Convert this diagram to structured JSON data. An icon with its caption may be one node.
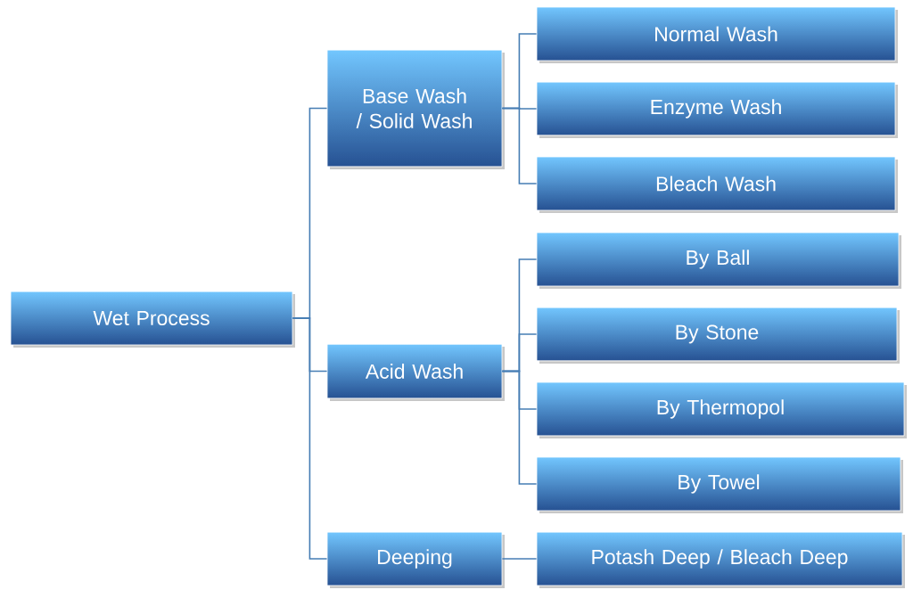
{
  "diagram": {
    "nodes": [
      {
        "text": [
          "Wet Process"
        ]
      },
      {
        "text": [
          "Base Wash / Solid Wash"
        ]
      },
      {
        "text": [
          "Acid Wash"
        ]
      },
      {
        "text": [
          "Deeping"
        ]
      },
      {
        "text": [
          "Normal Wash"
        ]
      },
      {
        "text": [
          "Enzyme Wash"
        ]
      },
      {
        "text": [
          "Bleach Wash"
        ]
      },
      {
        "text": [
          "By Ball"
        ]
      },
      {
        "text": [
          "By Stone"
        ]
      },
      {
        "text": [
          "By Thermopol"
        ]
      },
      {
        "text": [
          "By Towel"
        ]
      },
      {
        "text": [
          "Potash Deep / Bleach Deep"
        ]
      }
    ],
    "edges": [
      {
        "from": 0,
        "to": 1,
        "arrow": "none"
      },
      {
        "from": 0,
        "to": 2,
        "arrow": "none"
      },
      {
        "from": 0,
        "to": 3,
        "arrow": "none"
      },
      {
        "from": 1,
        "to": 4,
        "arrow": "none"
      },
      {
        "from": 1,
        "to": 5,
        "arrow": "none"
      },
      {
        "from": 1,
        "to": 6,
        "arrow": "none"
      },
      {
        "from": 2,
        "to": 7,
        "arrow": "none"
      },
      {
        "from": 2,
        "to": 8,
        "arrow": "none"
      },
      {
        "from": 2,
        "to": 9,
        "arrow": "none"
      },
      {
        "from": 2,
        "to": 10,
        "arrow": "none"
      },
      {
        "from": 3,
        "to": 11,
        "arrow": "none"
      }
    ]
  }
}
